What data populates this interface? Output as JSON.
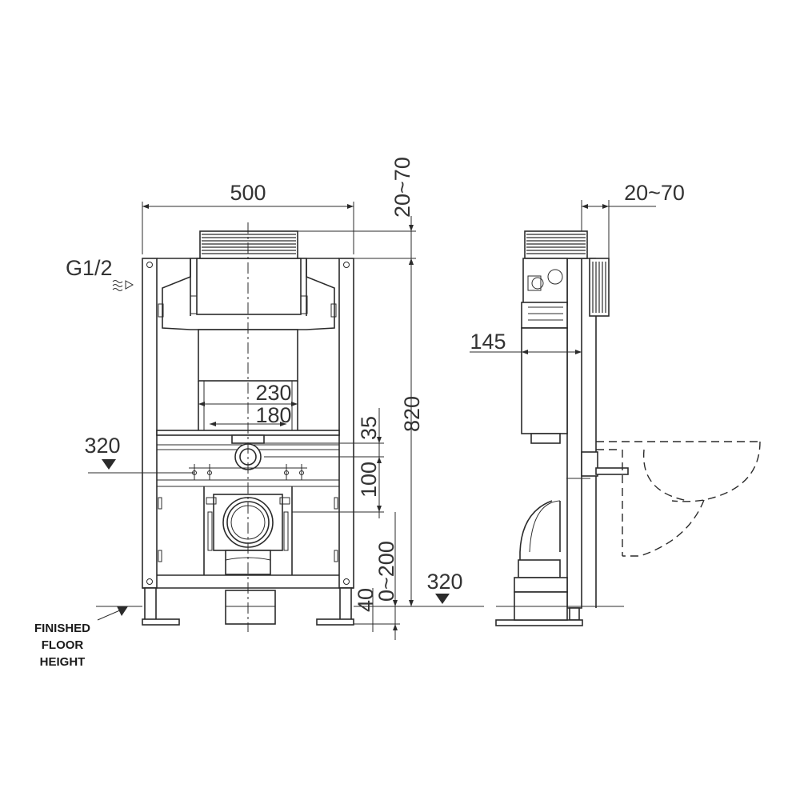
{
  "front_view": {
    "width_label": "500",
    "top_adjust_label": "20~70",
    "height_label": "820",
    "inlet_label": "G1/2",
    "outlet_spacing_outer": "230",
    "outlet_spacing_inner": "180",
    "offset_35": "35",
    "offset_100": "100",
    "floor_adjust": "0~200",
    "foot_height": "40",
    "axis_height_left": "320",
    "axis_height_right": "320"
  },
  "side_view": {
    "depth_adjust": "20~70",
    "depth_label": "145"
  },
  "floor_note": {
    "line1": "FINISHED",
    "line2": "FLOOR",
    "line3": "HEIGHT"
  }
}
